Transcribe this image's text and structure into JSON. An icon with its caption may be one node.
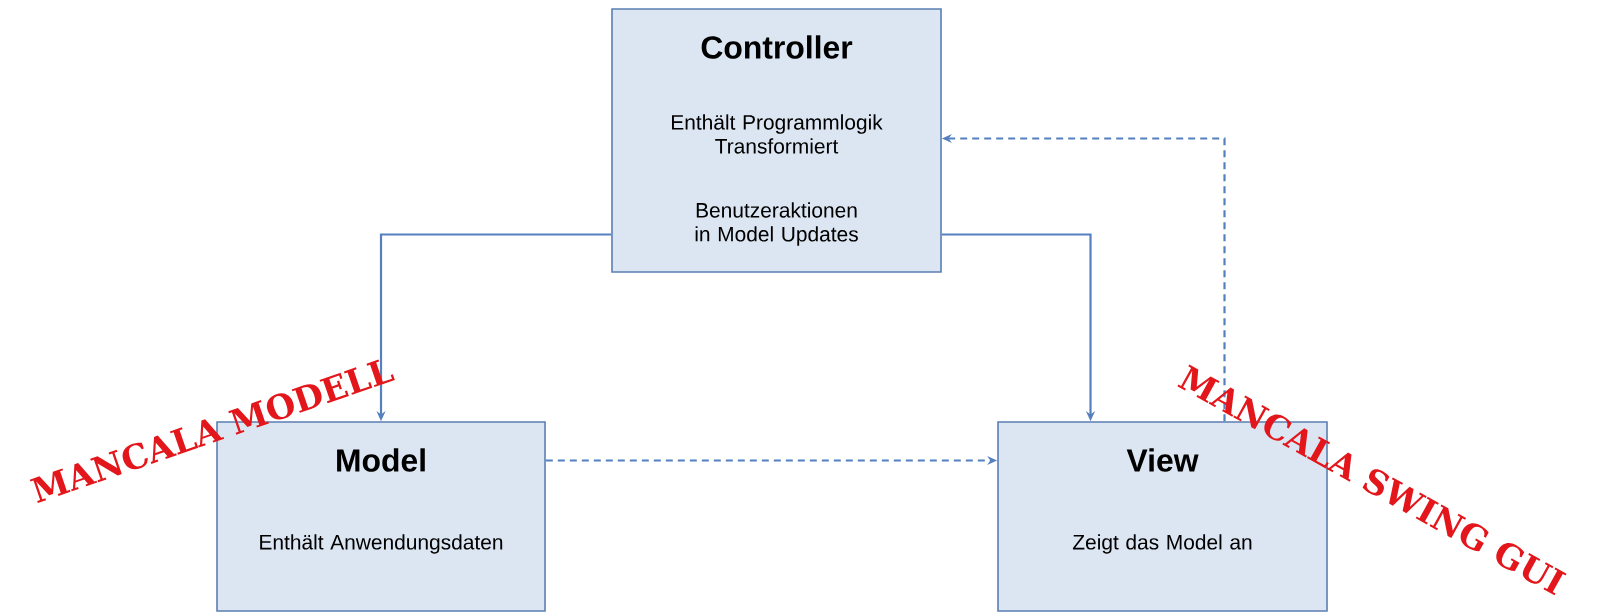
{
  "diagram": {
    "nodes": [
      {
        "text": [
          "Controller",
          "Enthält Programmlogik Transformiert",
          "Benutzeraktionen in Model Updates"
        ]
      },
      {
        "text": [
          "Model",
          "Enthält Anwendungsdaten"
        ]
      },
      {
        "text": [
          "View",
          "Zeigt das Model an"
        ]
      }
    ],
    "edges": [
      {
        "from": 0,
        "to": 1,
        "arrow": "to"
      },
      {
        "from": 0,
        "to": 2,
        "arrow": "to"
      },
      {
        "from": 1,
        "to": 2,
        "arrow": "to",
        "style": "dashed"
      },
      {
        "from": 2,
        "to": 0,
        "arrow": "to",
        "style": "dashed"
      }
    ],
    "labels": [
      "MANCALA MODELL",
      "MANCALA SWING GUI"
    ]
  }
}
